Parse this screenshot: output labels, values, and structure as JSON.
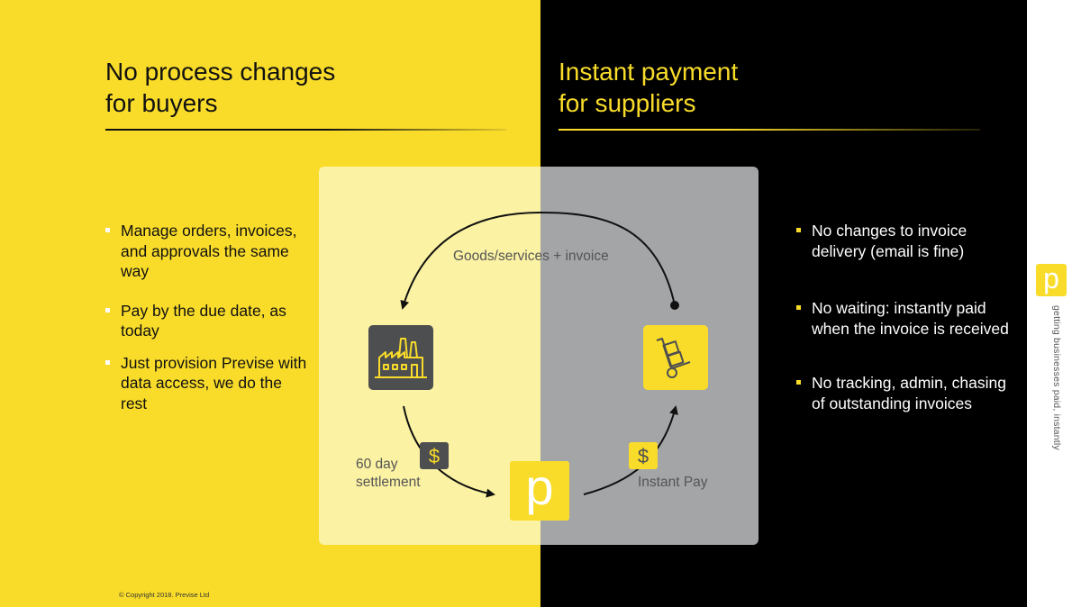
{
  "colors": {
    "brand_yellow": "#f9dc2a",
    "black": "#000000",
    "dark_gray": "#4d4e50",
    "box_light": "#fbf2a3",
    "box_gray": "#a4a5a7"
  },
  "left_panel": {
    "heading_line1": "No process changes",
    "heading_line2": "for buyers",
    "bullets": [
      "Manage orders, invoices, and approvals the same way",
      "Pay by the due date, as today",
      "Just provision Previse with data access, we do the rest"
    ]
  },
  "right_panel": {
    "heading_line1": "Instant payment",
    "heading_line2": "for suppliers",
    "bullets": [
      "No changes to invoice delivery (email is fine)",
      "No waiting: instantly paid when the invoice is received",
      "No tracking, admin, chasing of outstanding invoices"
    ]
  },
  "diagram": {
    "goods_label": "Goods/services + invoice",
    "settlement_line1": "60 day",
    "settlement_line2": "settlement",
    "instant_label": "Instant Pay",
    "buyer_icon": "factory-icon",
    "supplier_icon": "hand-truck-icon",
    "previse_logo_letter": "p",
    "dollar_symbol": "$"
  },
  "footer": {
    "copyright": "© Copyright 2018. Previse Ltd"
  },
  "side_strip": {
    "logo_letter": "p",
    "tagline": "getting businesses paid, instantly"
  }
}
